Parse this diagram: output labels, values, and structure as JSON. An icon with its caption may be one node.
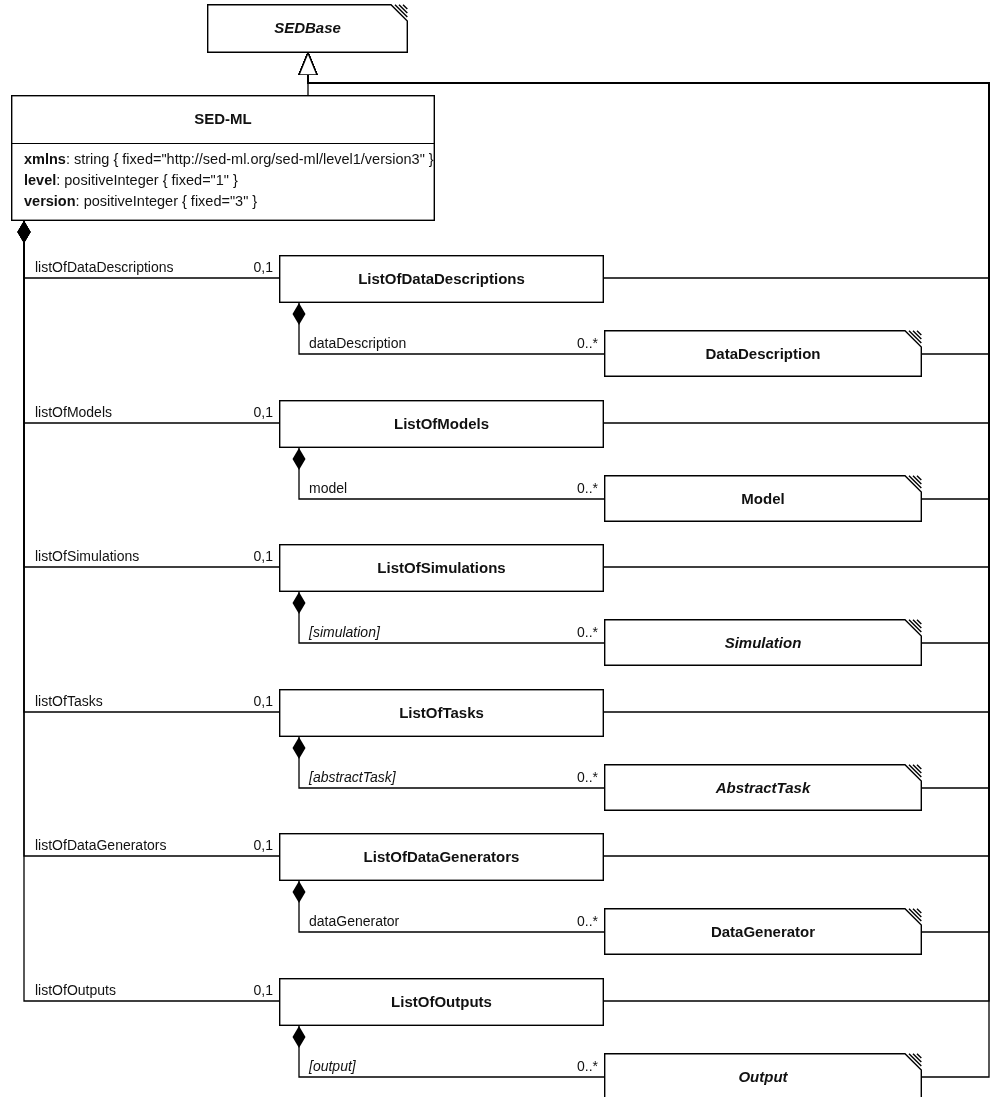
{
  "diagram": {
    "nodes": [
      {
        "text": [
          "SEDBase"
        ]
      },
      {
        "text": [
          "SED-ML",
          "**xmlns**: string { fixed=\"http://sed-ml.org/sed-ml/level1/version3\" }",
          "**level**: positiveInteger { fixed=\"1\" }",
          "**version**: positiveInteger { fixed=\"3\" }"
        ]
      },
      {
        "text": [
          "ListOfDataDescriptions"
        ]
      },
      {
        "text": [
          "DataDescription"
        ]
      },
      {
        "text": [
          "ListOfModels"
        ]
      },
      {
        "text": [
          "Model"
        ]
      },
      {
        "text": [
          "ListOfSimulations"
        ]
      },
      {
        "text": [
          "Simulation"
        ]
      },
      {
        "text": [
          "ListOfTasks"
        ]
      },
      {
        "text": [
          "AbstractTask"
        ]
      },
      {
        "text": [
          "ListOfDataGenerators"
        ]
      },
      {
        "text": [
          "DataGenerator"
        ]
      },
      {
        "text": [
          "ListOfOutputs"
        ]
      },
      {
        "text": [
          "Output"
        ]
      }
    ],
    "edges": [
      {
        "from": 1,
        "to": 2,
        "arrow": "other",
        "label": "listOfDataDescriptions"
      },
      {
        "from": 1,
        "to": 4,
        "arrow": "other",
        "label": "listOfModels"
      },
      {
        "from": 1,
        "to": 6,
        "arrow": "other",
        "label": "listOfSimulations"
      },
      {
        "from": 1,
        "to": 8,
        "arrow": "other",
        "label": "listOfTasks"
      },
      {
        "from": 1,
        "to": 10,
        "arrow": "other",
        "label": "listOfDataGenerators"
      },
      {
        "from": 1,
        "to": 12,
        "arrow": "other",
        "label": "listOfOutputs"
      },
      {
        "from": 2,
        "to": 3,
        "arrow": "other",
        "label": "dataDescription"
      },
      {
        "from": 4,
        "to": 5,
        "arrow": "other",
        "label": "model"
      },
      {
        "from": 6,
        "to": 7,
        "arrow": "other",
        "label": "[simulation]"
      },
      {
        "from": 8,
        "to": 9,
        "arrow": "other",
        "label": "[abstractTask]"
      },
      {
        "from": 10,
        "to": 11,
        "arrow": "other",
        "label": "dataGenerator"
      },
      {
        "from": 12,
        "to": 13,
        "arrow": "other",
        "label": "[output]"
      },
      {
        "from": 1,
        "to": 0,
        "arrow": "to"
      },
      {
        "from": 2,
        "to": 0,
        "arrow": "to"
      },
      {
        "from": 3,
        "to": 0,
        "arrow": "to"
      },
      {
        "from": 4,
        "to": 0,
        "arrow": "to"
      },
      {
        "from": 5,
        "to": 0,
        "arrow": "to"
      },
      {
        "from": 6,
        "to": 0,
        "arrow": "to"
      },
      {
        "from": 7,
        "to": 0,
        "arrow": "to"
      },
      {
        "from": 8,
        "to": 0,
        "arrow": "to"
      },
      {
        "from": 9,
        "to": 0,
        "arrow": "to"
      },
      {
        "from": 10,
        "to": 0,
        "arrow": "to"
      },
      {
        "from": 11,
        "to": 0,
        "arrow": "to"
      },
      {
        "from": 12,
        "to": 0,
        "arrow": "to"
      },
      {
        "from": 13,
        "to": 0,
        "arrow": "to"
      }
    ],
    "labels": [
      "0,1",
      "0..*",
      "0,1",
      "0..*",
      "0,1",
      "0..*",
      "0,1",
      "0..*",
      "0,1",
      "0..*",
      "0,1",
      "0..*"
    ]
  }
}
